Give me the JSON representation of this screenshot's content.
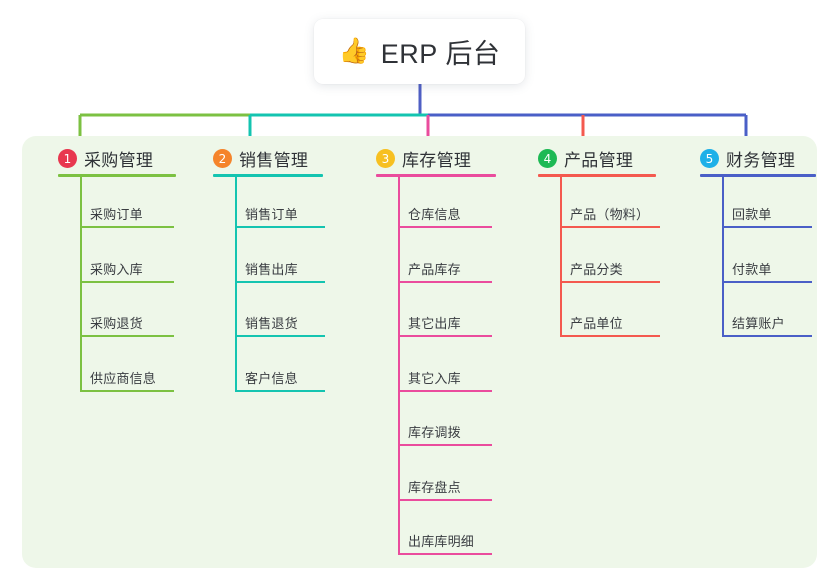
{
  "root": {
    "icon": "thumbs-up-icon",
    "emoji": "👍",
    "title": "ERP 后台"
  },
  "colors": {
    "panel_bg": "#eef7e9",
    "page_bg": "#ffffff",
    "root_trunk": "#4f5fc4",
    "branches": [
      "#7cc142",
      "#14c4b0",
      "#ea4c9d",
      "#f4594f",
      "#4a5fc7"
    ],
    "badges": [
      "#e8374f",
      "#f5842b",
      "#f7c021",
      "#1db954",
      "#1eb0e8"
    ],
    "text": "#2f3237",
    "leaf_text": "#3a3d42"
  },
  "columns": [
    {
      "index": "1",
      "badge_color": "#e8374f",
      "line_color": "#7cc142",
      "title": "采购管理",
      "items": [
        "采购订单",
        "采购入库",
        "采购退货",
        "供应商信息"
      ]
    },
    {
      "index": "2",
      "badge_color": "#f5842b",
      "line_color": "#14c4b0",
      "title": "销售管理",
      "items": [
        "销售订单",
        "销售出库",
        "销售退货",
        "客户信息"
      ]
    },
    {
      "index": "3",
      "badge_color": "#f7c021",
      "line_color": "#ea4c9d",
      "title": "库存管理",
      "items": [
        "仓库信息",
        "产品库存",
        "其它出库",
        "其它入库",
        "库存调拨",
        "库存盘点",
        "出库库明细"
      ]
    },
    {
      "index": "4",
      "badge_color": "#1db954",
      "line_color": "#f4594f",
      "title": "产品管理",
      "items": [
        "产品（物料）",
        "产品分类",
        "产品单位"
      ]
    },
    {
      "index": "5",
      "badge_color": "#1eb0e8",
      "line_color": "#4a5fc7",
      "title": "财务管理",
      "items": [
        "回款单",
        "付款单",
        "结算账户"
      ]
    }
  ]
}
